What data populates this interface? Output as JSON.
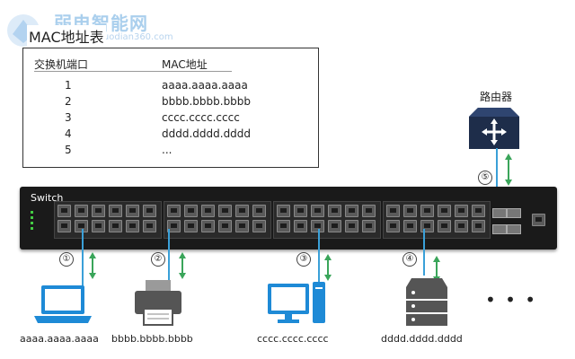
{
  "watermark": {
    "name": "弱电智能网",
    "url": "www.ruodian360.com"
  },
  "mac_table": {
    "title": "MAC地址表",
    "columns": [
      "交换机端口",
      "MAC地址"
    ],
    "rows": [
      {
        "port": "1",
        "mac": "aaaa.aaaa.aaaa"
      },
      {
        "port": "2",
        "mac": "bbbb.bbbb.bbbb"
      },
      {
        "port": "3",
        "mac": "cccc.cccc.cccc"
      },
      {
        "port": "4",
        "mac": "dddd.dddd.dddd"
      },
      {
        "port": "5",
        "mac": "..."
      }
    ]
  },
  "router": {
    "label": "路由器",
    "link_number": "⑤"
  },
  "switch": {
    "label": "Switch"
  },
  "devices": [
    {
      "type": "laptop-icon",
      "mac": "aaaa.aaaa.aaaa",
      "link_number": "①"
    },
    {
      "type": "printer-icon",
      "mac": "bbbb.bbbb.bbbb",
      "link_number": "②"
    },
    {
      "type": "desktop-icon",
      "mac": "cccc.cccc.cccc",
      "link_number": "③"
    },
    {
      "type": "server-icon",
      "mac": "dddd.dddd.dddd",
      "link_number": "④"
    }
  ],
  "more": "• • •",
  "colors": {
    "cable": "#3aa0d8",
    "arrow": "#3aa55a",
    "device_blue": "#1e8ad6",
    "device_gray": "#555555"
  }
}
